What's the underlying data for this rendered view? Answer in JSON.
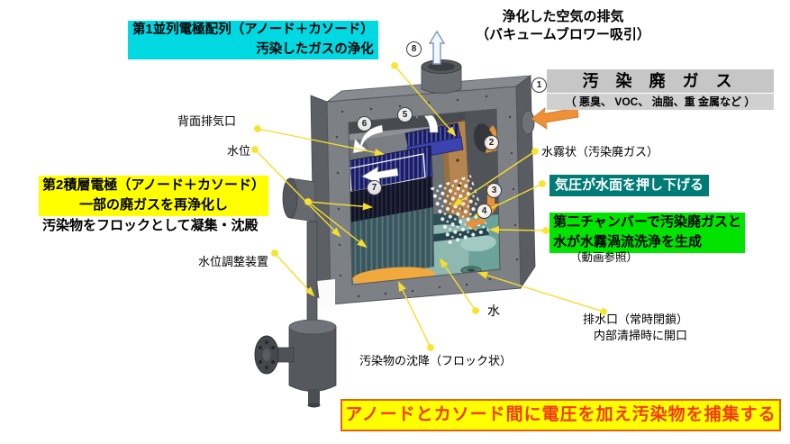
{
  "labels": {
    "electrode1_line1": "第1並列電極配列（アノード＋カソード）",
    "electrode1_line2": "汚染したガスの浄化",
    "exhaust_line1": "浄化した空気の排気",
    "exhaust_line2": "（バキュームブロワー吸引）",
    "waste_gas_title": "汚 染 廃 ガ ス",
    "waste_gas_sub": "（ 悪臭、 VOC、 油脂、重 金属など ）",
    "back_vent": "背面排気口",
    "water_level": "水位",
    "electrode2_line1": "第2積層電極（アノード＋カソード）",
    "electrode2_line2": "一部の廃ガスを再浄化し",
    "electrode2_line3": "汚染物をフロックとして凝集・沈殿",
    "water_level_adjuster": "水位調整装置",
    "mist": "水霧状（汚染廃ガス）",
    "pressure": "気圧が水面を押し下げる",
    "chamber2_line1": "第二チャンバーで汚染廃ガスと",
    "chamber2_line2": "水が水霧渦流洗浄を生成",
    "video_ref": "（動画参照）",
    "drain_line1": "排水口（常時閉鎖）",
    "drain_line2": "内部清掃時に開口",
    "water": "水",
    "sediment": "汚染物の沈降（フロック状）",
    "banner": "アノードとカソード間に電圧を加え汚染物を捕集する"
  },
  "steps": [
    "1",
    "2",
    "3",
    "4",
    "5",
    "6",
    "7",
    "8"
  ],
  "icons": {
    "exhaust_arrow": "hollow-up-arrow",
    "inlet_arrow": "orange-left-arrow",
    "flow_arrows_white": "curved-white-arrows",
    "flow_arrows_orange": "curved-orange-arrows",
    "leader": "yellow-leader-line-with-dot-and-arrowhead"
  },
  "colors": {
    "highlight_cyan": "#00d8e2",
    "highlight_yellow": "#ffff00",
    "highlight_green": "#00e400",
    "teal_box_bg": "#007c76",
    "waste_gas_bg": "#c6c6c6",
    "banner_bg": "#ffff00",
    "banner_text": "#f03b14",
    "banner_border": "#e1650f",
    "leader_line": "#f5dd2e",
    "orange_arrow": "#ed9036",
    "machine_gray": "#7d8185",
    "water_teal": "#8fb8b1",
    "sediment_orange": "#f0a93c"
  }
}
